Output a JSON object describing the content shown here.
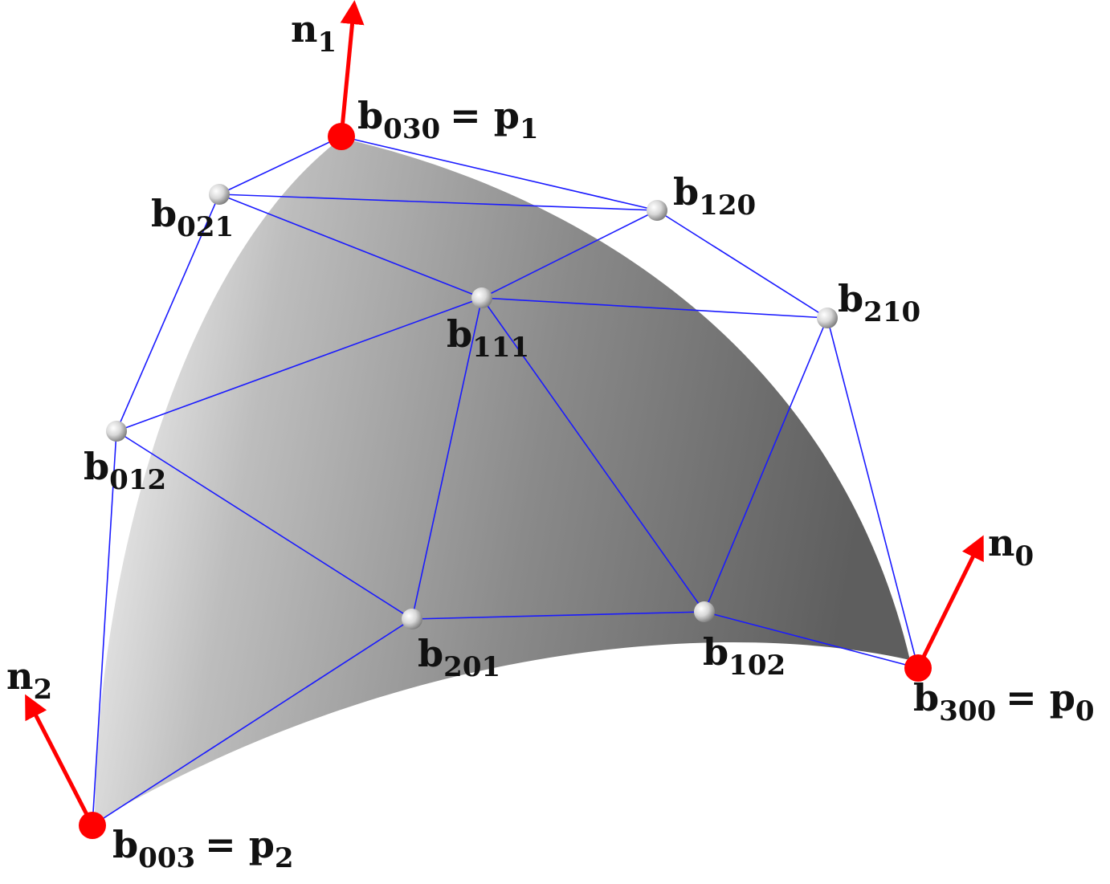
{
  "colors": {
    "control_net": "#1a1aff",
    "normal": "#ff0000",
    "corner_point": "#ff0000",
    "surface_light": "#ffffff",
    "surface_dark": "#606060"
  },
  "points": [
    {
      "id": "b030",
      "label": "b",
      "sub": "030",
      "eq": "= p",
      "eqsub": "1",
      "corner": true
    },
    {
      "id": "b021",
      "label": "b",
      "sub": "021",
      "corner": false
    },
    {
      "id": "b120",
      "label": "b",
      "sub": "120",
      "corner": false
    },
    {
      "id": "b210",
      "label": "b",
      "sub": "210",
      "corner": false
    },
    {
      "id": "b111",
      "label": "b",
      "sub": "111",
      "corner": false
    },
    {
      "id": "b012",
      "label": "b",
      "sub": "012",
      "corner": false
    },
    {
      "id": "b201",
      "label": "b",
      "sub": "201",
      "corner": false
    },
    {
      "id": "b102",
      "label": "b",
      "sub": "102",
      "corner": false
    },
    {
      "id": "b300",
      "label": "b",
      "sub": "300",
      "eq": "= p",
      "eqsub": "0",
      "corner": true
    },
    {
      "id": "b003",
      "label": "b",
      "sub": "003",
      "eq": "= p",
      "eqsub": "2",
      "corner": true
    }
  ],
  "edges": [
    [
      "b030",
      "b021"
    ],
    [
      "b030",
      "b120"
    ],
    [
      "b021",
      "b120"
    ],
    [
      "b021",
      "b111"
    ],
    [
      "b120",
      "b111"
    ],
    [
      "b120",
      "b210"
    ],
    [
      "b111",
      "b210"
    ],
    [
      "b021",
      "b012"
    ],
    [
      "b012",
      "b111"
    ],
    [
      "b012",
      "b003"
    ],
    [
      "b012",
      "b201"
    ],
    [
      "b111",
      "b201"
    ],
    [
      "b111",
      "b102"
    ],
    [
      "b210",
      "b102"
    ],
    [
      "b210",
      "b300"
    ],
    [
      "b201",
      "b003"
    ],
    [
      "b201",
      "b102"
    ],
    [
      "b102",
      "b300"
    ]
  ],
  "normals": [
    {
      "id": "n1",
      "label": "n",
      "sub": "1",
      "from": "b030"
    },
    {
      "id": "n0",
      "label": "n",
      "sub": "0",
      "from": "b300"
    },
    {
      "id": "n2",
      "label": "n",
      "sub": "2",
      "from": "b003"
    }
  ]
}
